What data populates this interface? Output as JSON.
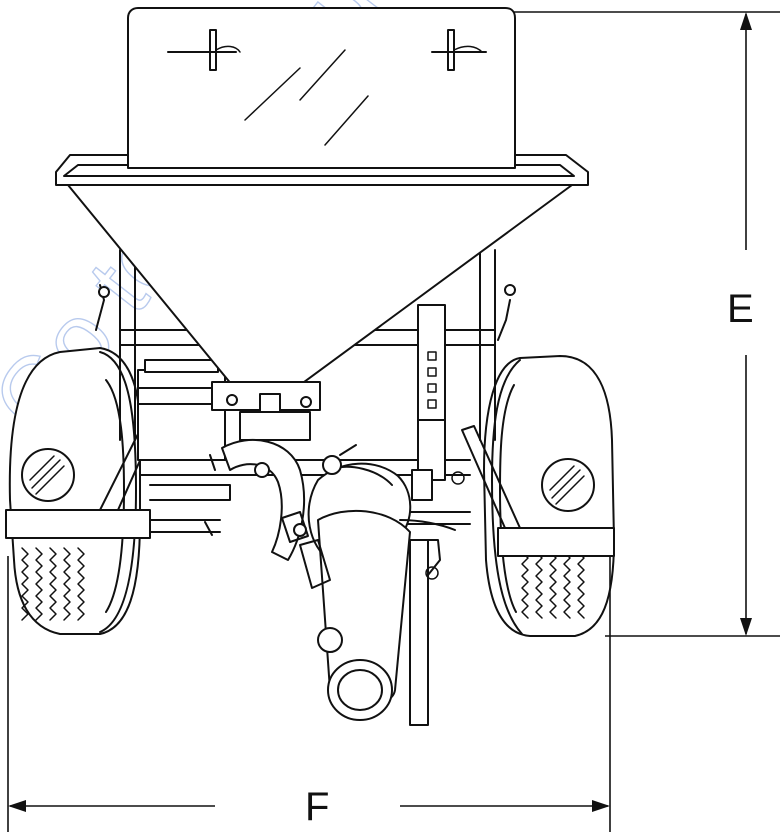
{
  "dimensions": {
    "height_label": "E",
    "width_label": "F"
  },
  "watermark": {
    "text": "Go to Discount"
  },
  "colors": {
    "line": "#111111",
    "background": "#ffffff",
    "watermark": "#7f9fe0"
  }
}
